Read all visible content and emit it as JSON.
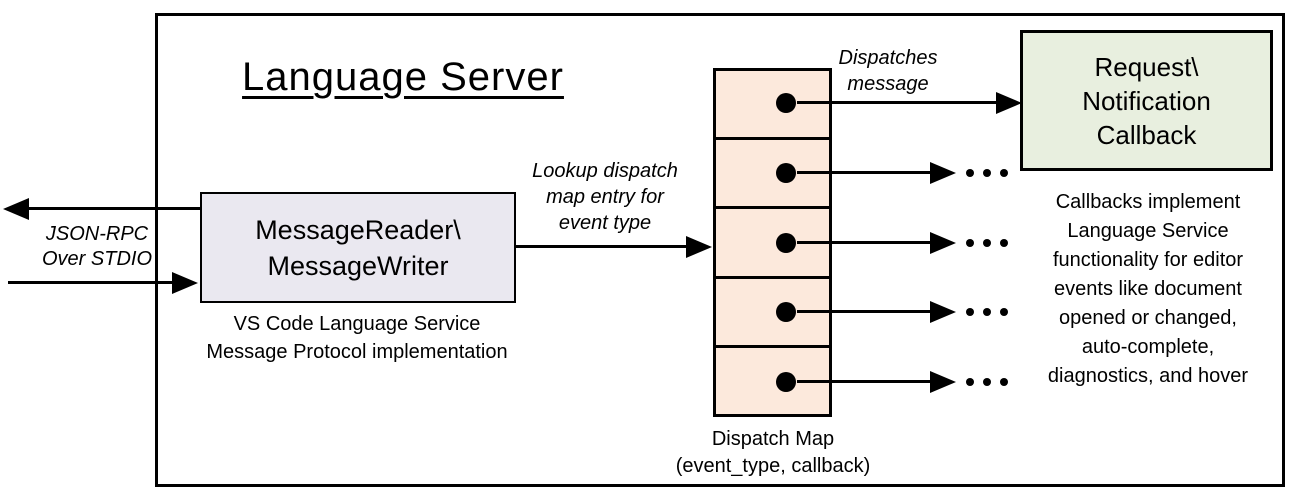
{
  "colors": {
    "line": "#000000",
    "message_box_fill": "#eae8f0",
    "dispatch_cell_fill": "#fce9dc",
    "callback_box_fill": "#e8efdf"
  },
  "diagram": {
    "title": "Language Server",
    "io_label": {
      "line1": "JSON-RPC",
      "line2": "Over STDIO"
    },
    "message_box": {
      "line1": "MessageReader\\",
      "line2": "MessageWriter"
    },
    "message_box_caption": {
      "line1": "VS Code Language Service",
      "line2": "Message Protocol implementation"
    },
    "lookup_label": {
      "line1": "Lookup dispatch",
      "line2": "map entry for",
      "line3": "event type"
    },
    "dispatches_label": {
      "line1": "Dispatches",
      "line2": "message"
    },
    "dispatch_map_caption": {
      "line1": "Dispatch Map",
      "line2": "(event_type, callback)"
    },
    "callback_box": {
      "line1": "Request\\",
      "line2": "Notification",
      "line3": "Callback"
    },
    "callbacks_note": {
      "line1": "Callbacks implement",
      "line2": "Language Service",
      "line3": "functionality for editor",
      "line4": "events like document",
      "line5": "opened or changed,",
      "line6": "auto-complete,",
      "line7": "diagnostics, and hover"
    }
  }
}
